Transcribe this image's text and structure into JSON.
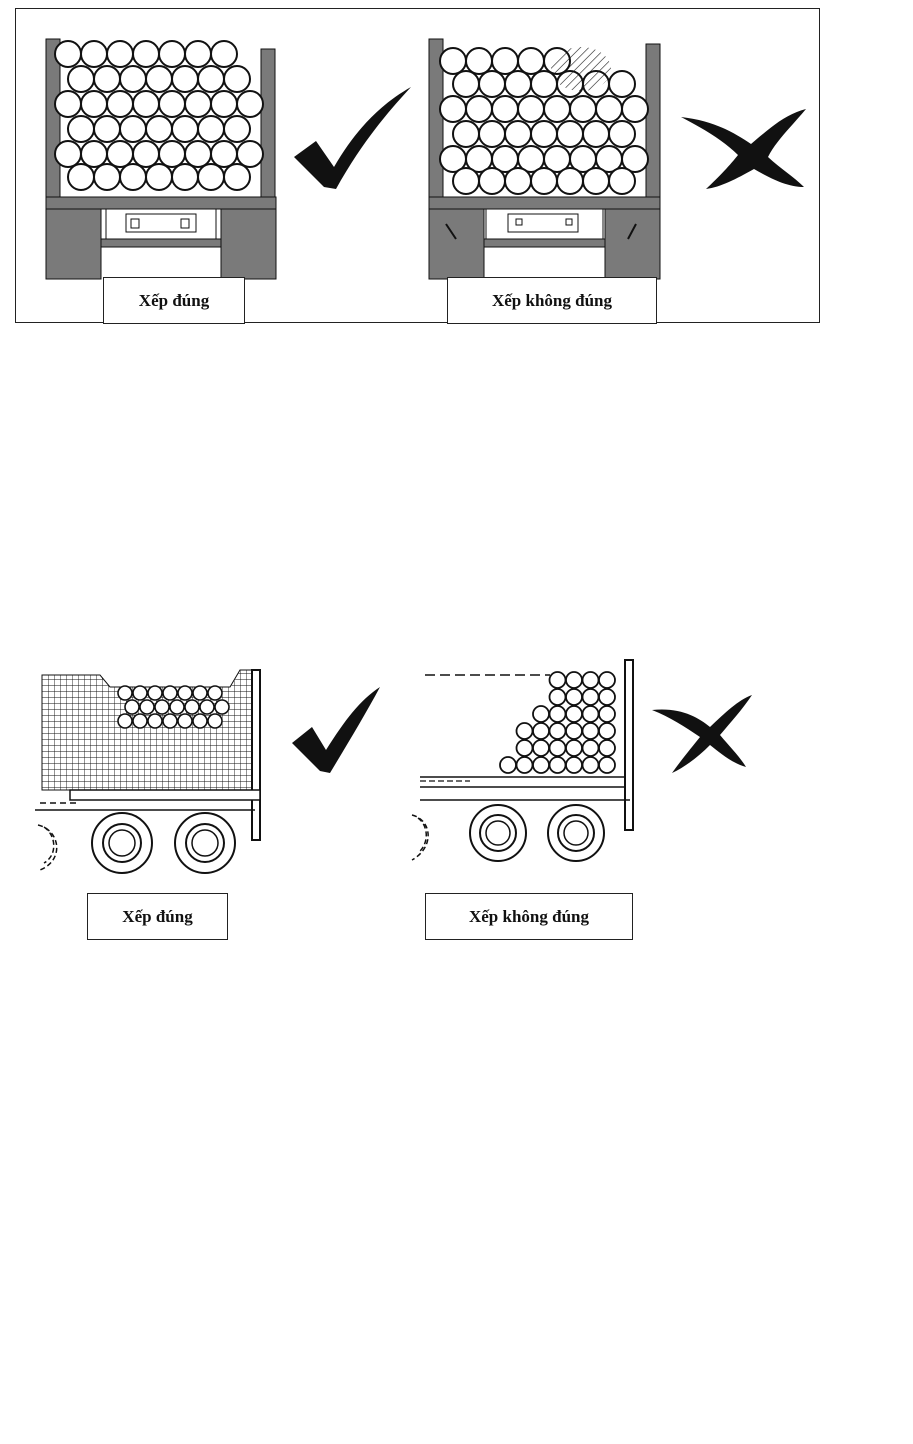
{
  "figure_top": {
    "panels": [
      {
        "label": "Xếp đúng",
        "verdict": "correct",
        "verdict_icon": "check-mark-icon"
      },
      {
        "label": "Xếp không đúng",
        "verdict": "incorrect",
        "verdict_icon": "cross-mark-icon"
      }
    ]
  },
  "figure_bottom": {
    "panels": [
      {
        "label": "Xếp đúng",
        "verdict": "correct",
        "verdict_icon": "check-mark-icon"
      },
      {
        "label": "Xếp không đúng",
        "verdict": "incorrect",
        "verdict_icon": "cross-mark-icon"
      }
    ]
  },
  "colors": {
    "ink": "#111111",
    "truck_gray": "#7a7a7a",
    "paper": "#ffffff"
  }
}
